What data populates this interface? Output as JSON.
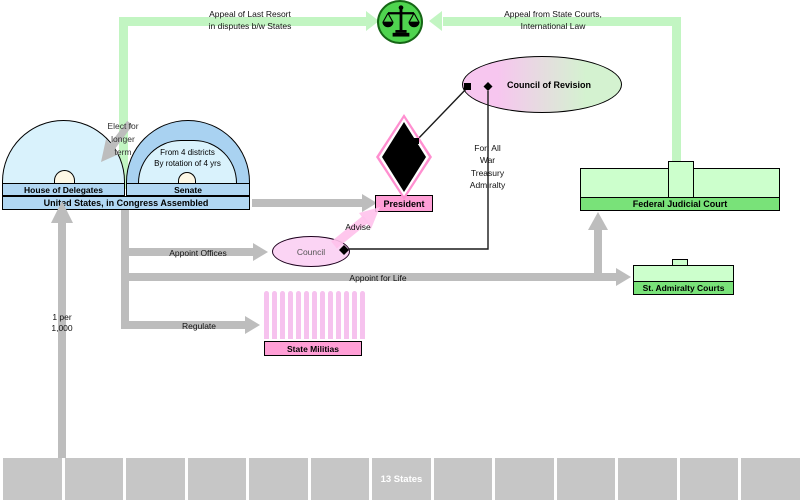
{
  "colors": {
    "appeal_green": "#c2f5c2",
    "scales_green": "#4fd44f",
    "legislature_blue": "#b1d7f3",
    "dome_light_blue": "#d9f2fc",
    "arrow_gray": "#bdbdbd",
    "executive_pink": "#ff9fd6",
    "militia_pink": "#f6c2ee",
    "court_light_green": "#ccffcc",
    "court_green": "#79e279"
  },
  "icons": {
    "scales": "scales-of-justice"
  },
  "nodes": {
    "house": "House of Delegates",
    "senate": "Senate",
    "congress": "United States, in Congress Assembled",
    "president": "President",
    "council": "Council",
    "council_of_revision": "Council of Revision",
    "federal_judicial_court": "Federal Judicial Court",
    "st_admiralty_courts": "St. Admiralty Courts",
    "state_militias": "State Militias",
    "states": "13 States"
  },
  "annotations": {
    "appeal_left_1": "Appeal of Last Resort",
    "appeal_left_2": "in disputes b/w States",
    "appeal_right_1": "Appeal from State Courts,",
    "appeal_right_2": "International Law",
    "elect_1": "Elect for",
    "elect_2": "longer",
    "elect_3": "term",
    "senate_note_1": "From 4 districts",
    "senate_note_2": "By rotation of 4 yrs",
    "advise": "Advise",
    "appoint_offices": "Appoint Offices",
    "appoint_for_life": "Appoint for Life",
    "regulate": "Regulate",
    "for_1": "For: All",
    "for_2": "War",
    "for_3": "Treasury",
    "for_4": "Admiralty",
    "ratio_1": "1 per",
    "ratio_2": "1,000"
  }
}
